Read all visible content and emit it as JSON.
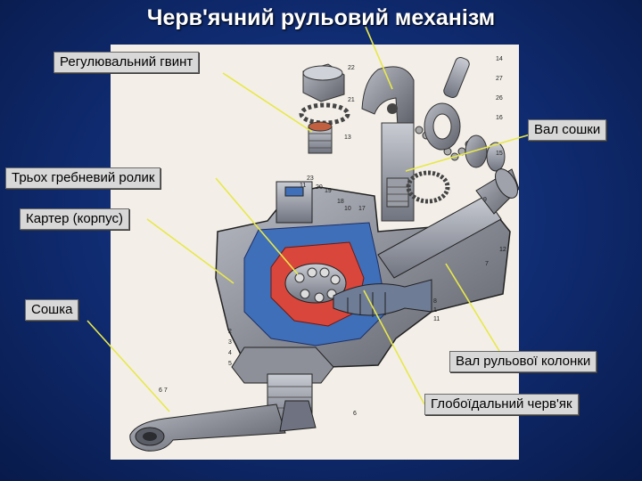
{
  "title": "Черв'ячний рульовий механізм",
  "callouts": {
    "adjusting_screw": "Регулювальний гвинт",
    "sector_shaft": "Вал сошки",
    "triple_roller": "Трьох гребневий ролик",
    "housing": "Картер (корпус)",
    "pitman_arm": "Сошка",
    "column_shaft": "Вал рульової колонки",
    "worm": "Глобоїдальний черв'як"
  },
  "part_numbers": [
    "14",
    "22",
    "27",
    "21",
    "26",
    "16",
    "13",
    "15",
    "23",
    "11",
    "20",
    "19",
    "18",
    "10",
    "17",
    "9",
    "12",
    "7",
    "8",
    "1",
    "11",
    "2",
    "3",
    "4",
    "5",
    "6",
    "6 7"
  ],
  "colors": {
    "background": "#0f2a6e",
    "callout_fill": "#d8d8d8",
    "leader_line": "#e8e84a",
    "housing_grey": "#8c8f98",
    "section_blue": "#3f6fb8",
    "section_red": "#d9463b"
  }
}
